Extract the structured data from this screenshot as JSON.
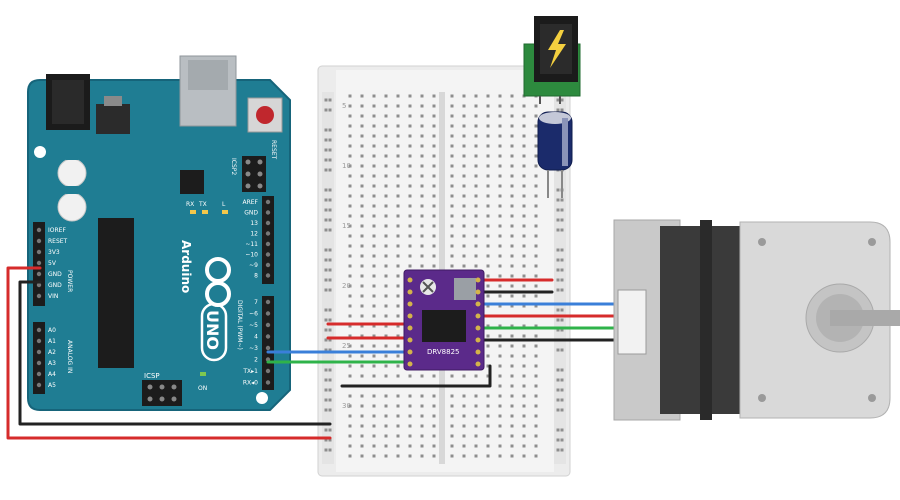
{
  "arduino": {
    "brand": "Arduino",
    "model": "UNO",
    "reset_label": "RESET",
    "icsp2_label": "ICSP2",
    "icsp_label": "ICSP",
    "on_label": "ON",
    "tx_label": "TX",
    "rx_label": "RX",
    "l_label": "L",
    "power_group_label": "POWER",
    "analog_group_label": "ANALOG IN",
    "digital_group_label": "DIGITAL (PWM~)",
    "power_pins": [
      "IOREF",
      "RESET",
      "3V3",
      "5V",
      "GND",
      "GND",
      "VIN"
    ],
    "analog_pins": [
      "A0",
      "A1",
      "A2",
      "A3",
      "A4",
      "A5"
    ],
    "digital_top_pins": [
      "AREF",
      "GND",
      "13",
      "12",
      "~11",
      "~10",
      "~9",
      "8"
    ],
    "digital_bottom_pins": [
      "7",
      "~6",
      "~5",
      "4",
      "~3",
      "2",
      "TX▸1",
      "RX◂0"
    ]
  },
  "driver": {
    "label": "DRV8825"
  },
  "power_jack": {
    "icon": "lightning-icon"
  },
  "breadboard": {
    "row_numbers": [
      "5",
      "10",
      "15",
      "20",
      "25",
      "30"
    ]
  },
  "wires": {
    "power_red": "#d62b2b",
    "ground_black": "#222222",
    "signal_blue": "#3a7fd9",
    "signal_green": "#2fb34a"
  }
}
